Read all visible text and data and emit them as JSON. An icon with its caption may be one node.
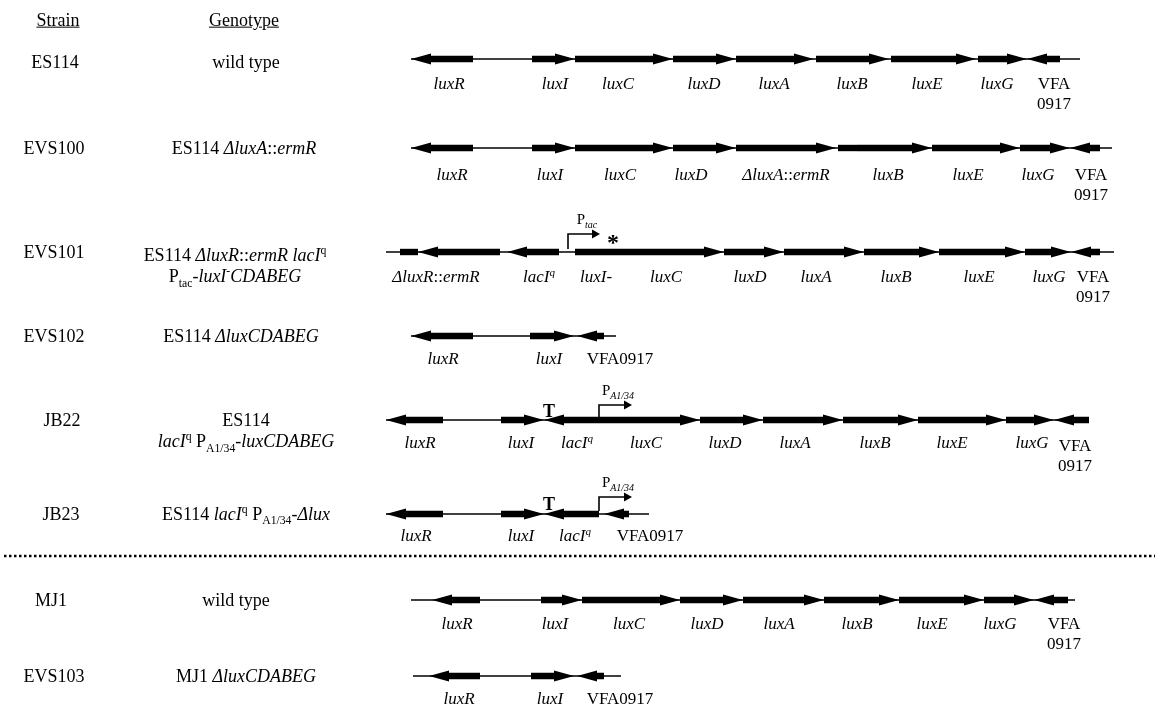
{
  "diagram": {
    "labels": [
      "Strain",
      "Genotype",
      "ES114",
      "wild type",
      "luxR",
      "luxI",
      "luxC",
      "luxD",
      "luxA",
      "luxB",
      "luxE",
      "luxG",
      "VFA 0917",
      "EVS100",
      "ES114 *ΔluxA*::*ermR*",
      "luxR",
      "luxI",
      "luxC",
      "luxD",
      "*ΔluxA*::*ermR*",
      "luxB",
      "luxE",
      "luxG",
      "VFA 0917",
      "EVS101",
      "ES114 *ΔluxR*::*ermR* *lacI*$^{q}$ P$_{tac}$-*luxI*$^{-}$*CDABEG*",
      "P$_{tac}$",
      "*",
      "*ΔluxR*::*ermR*",
      "lacI$^{q}$",
      "luxI-",
      "luxC",
      "luxD",
      "luxA",
      "luxB",
      "luxE",
      "luxG",
      "VFA 0917",
      "EVS102",
      "ES114 *ΔluxCDABEG*",
      "luxR",
      "luxI",
      "VFA0917",
      "JB22",
      "ES114 *lacI*$^{q}$ P$_{A1/34}$-*luxCDABEG*",
      "T",
      "P$_{A1/34}$",
      "luxR",
      "luxI",
      "lacI$^{q}$",
      "luxC",
      "luxD",
      "luxA",
      "luxB",
      "luxE",
      "luxG",
      "VFA 0917",
      "JB23",
      "ES114 *lacI*$^{q}$ P$_{A1/34}$-*Δlux*",
      "T",
      "P$_{A1/34}$",
      "luxR",
      "luxI",
      "lacI$^{q}$",
      "VFA0917",
      "MJ1",
      "wild type",
      "luxR",
      "luxI",
      "luxC",
      "luxD",
      "luxA",
      "luxB",
      "luxE",
      "luxG",
      "VFA 0917",
      "EVS103",
      "MJ1 *ΔluxCDABEG*",
      "luxR",
      "luxI",
      "VFA0917"
    ]
  }
}
